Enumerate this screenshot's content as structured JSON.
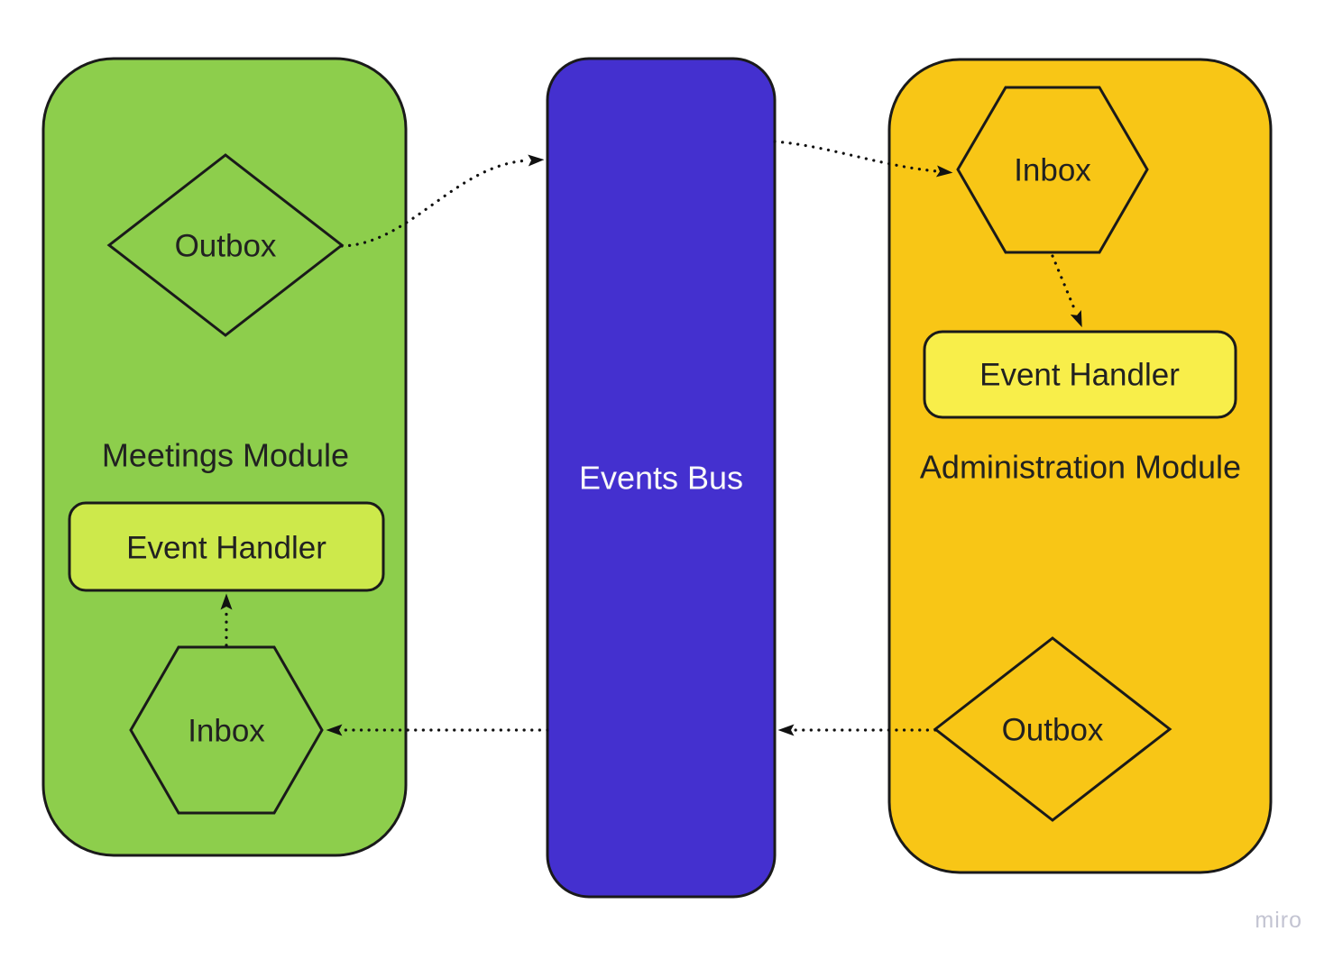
{
  "diagram": {
    "modules": {
      "meetings": {
        "title": "Meetings Module",
        "fill": "#8DCE4C",
        "outbox_label": "Outbox",
        "inbox_label": "Inbox",
        "event_handler_label": "Event Handler",
        "event_handler_fill": "#CDE94B"
      },
      "events_bus": {
        "title": "Events Bus",
        "fill": "#4430CF",
        "title_color": "#FAFAFA"
      },
      "administration": {
        "title": "Administration Module",
        "fill": "#F8C616",
        "inbox_label": "Inbox",
        "outbox_label": "Outbox",
        "event_handler_label": "Event Handler",
        "event_handler_fill": "#F8EE4A"
      }
    },
    "connections": [
      {
        "from": "meetings.outbox",
        "to": "events_bus",
        "style": "dotted-arrow"
      },
      {
        "from": "events_bus",
        "to": "administration.inbox",
        "style": "dotted-arrow"
      },
      {
        "from": "administration.inbox",
        "to": "administration.event_handler",
        "style": "dotted-arrow"
      },
      {
        "from": "administration.outbox",
        "to": "events_bus",
        "style": "dotted-arrow"
      },
      {
        "from": "events_bus",
        "to": "meetings.inbox",
        "style": "dotted-arrow"
      },
      {
        "from": "meetings.inbox",
        "to": "meetings.event_handler",
        "style": "dotted-arrow"
      }
    ],
    "watermark": {
      "label": "miro",
      "color": "#C3C4D2"
    }
  }
}
